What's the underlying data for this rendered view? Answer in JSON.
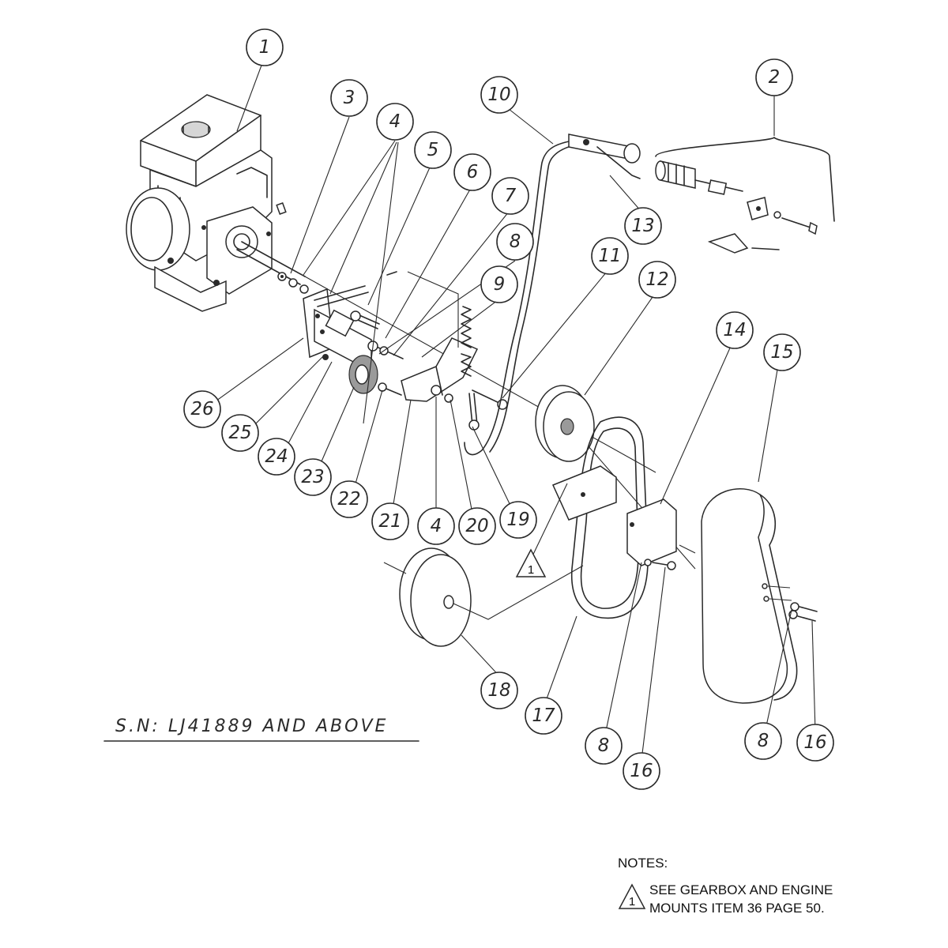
{
  "callouts": [
    {
      "id": "c1",
      "label": "1"
    },
    {
      "id": "c2",
      "label": "2"
    },
    {
      "id": "c3",
      "label": "3"
    },
    {
      "id": "c4a",
      "label": "4"
    },
    {
      "id": "c5",
      "label": "5"
    },
    {
      "id": "c6",
      "label": "6"
    },
    {
      "id": "c7",
      "label": "7"
    },
    {
      "id": "c8a",
      "label": "8"
    },
    {
      "id": "c9",
      "label": "9"
    },
    {
      "id": "c10",
      "label": "10"
    },
    {
      "id": "c11",
      "label": "11"
    },
    {
      "id": "c12",
      "label": "12"
    },
    {
      "id": "c13",
      "label": "13"
    },
    {
      "id": "c14",
      "label": "14"
    },
    {
      "id": "c15",
      "label": "15"
    },
    {
      "id": "c26",
      "label": "26"
    },
    {
      "id": "c25",
      "label": "25"
    },
    {
      "id": "c24",
      "label": "24"
    },
    {
      "id": "c23",
      "label": "23"
    },
    {
      "id": "c22",
      "label": "22"
    },
    {
      "id": "c21",
      "label": "21"
    },
    {
      "id": "c4b",
      "label": "4"
    },
    {
      "id": "c20",
      "label": "20"
    },
    {
      "id": "c19",
      "label": "19"
    },
    {
      "id": "c18",
      "label": "18"
    },
    {
      "id": "c17",
      "label": "17"
    },
    {
      "id": "c8b",
      "label": "8"
    },
    {
      "id": "c16a",
      "label": "16"
    },
    {
      "id": "c8c",
      "label": "8"
    },
    {
      "id": "c16b",
      "label": "16"
    }
  ],
  "serial_label": "S.N: LJ41889 AND ABOVE",
  "note_marker": "1",
  "notes": {
    "heading": "NOTES:",
    "line1": "SEE GEARBOX AND ENGINE",
    "line2": "MOUNTS ITEM 36 PAGE 50.",
    "marker": "1"
  }
}
